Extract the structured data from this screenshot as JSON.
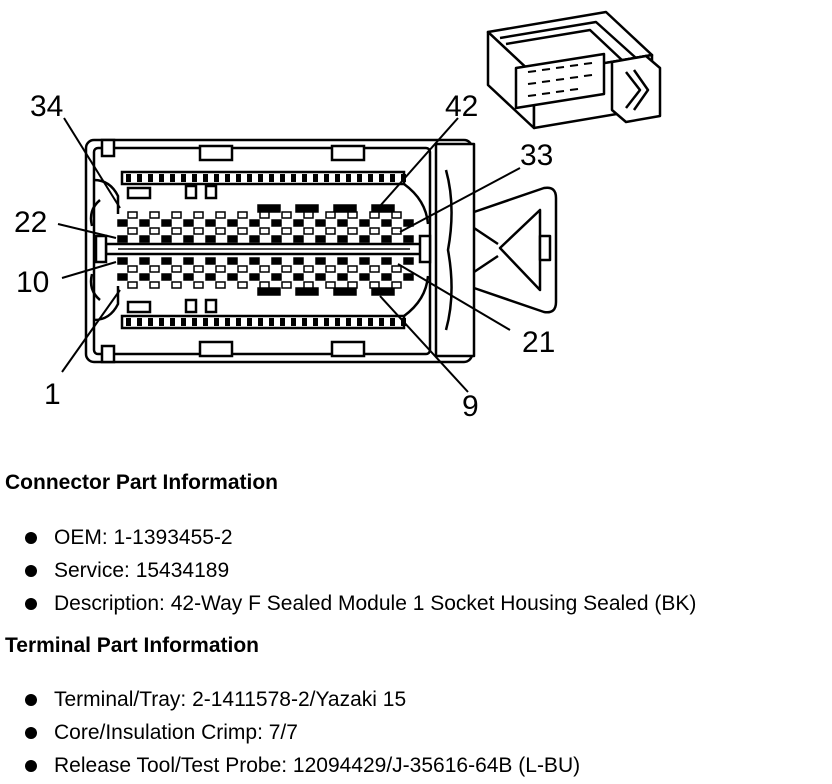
{
  "diagram": {
    "pin_labels": {
      "p34": "34",
      "p42": "42",
      "p33": "33",
      "p22": "22",
      "p10": "10",
      "p21": "21",
      "p1": "1",
      "p9": "9"
    }
  },
  "connector_info": {
    "title": "Connector Part Information",
    "items": [
      "OEM: 1-1393455-2",
      "Service: 15434189",
      "Description: 42-Way F Sealed Module 1 Socket Housing Sealed (BK)"
    ]
  },
  "terminal_info": {
    "title": "Terminal Part Information",
    "items": [
      "Terminal/Tray: 2-1411578-2/Yazaki 15",
      "Core/Insulation Crimp: 7/7",
      "Release Tool/Test Probe: 12094429/J-35616-64B (L-BU)"
    ]
  }
}
